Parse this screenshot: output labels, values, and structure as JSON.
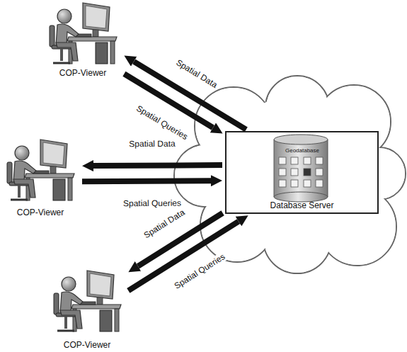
{
  "diagram": {
    "nodes": [
      {
        "text": [
          "COP-Viewer"
        ]
      },
      {
        "text": [
          "COP-Viewer"
        ]
      },
      {
        "text": [
          "Database Server"
        ]
      },
      {
        "text": [
          "Geodatabase"
        ],
        "in": 2
      },
      {
        "text": [
          "COP-Viewer"
        ]
      }
    ],
    "edges": [
      {
        "from": 2,
        "to": 0,
        "label": "Spatial Data",
        "arrow": "to"
      },
      {
        "from": 0,
        "to": 2,
        "label": "Spatial Queries",
        "arrow": "to"
      },
      {
        "from": 2,
        "to": 1,
        "label": "Spatial Data",
        "arrow": "to"
      },
      {
        "from": 1,
        "to": 2,
        "label": "Spatial Queries",
        "arrow": "to"
      },
      {
        "from": 2,
        "to": 4,
        "label": "Spatial Data",
        "arrow": "to"
      },
      {
        "from": 4,
        "to": 2,
        "label": "Spatial Queries",
        "arrow": "to"
      }
    ]
  }
}
